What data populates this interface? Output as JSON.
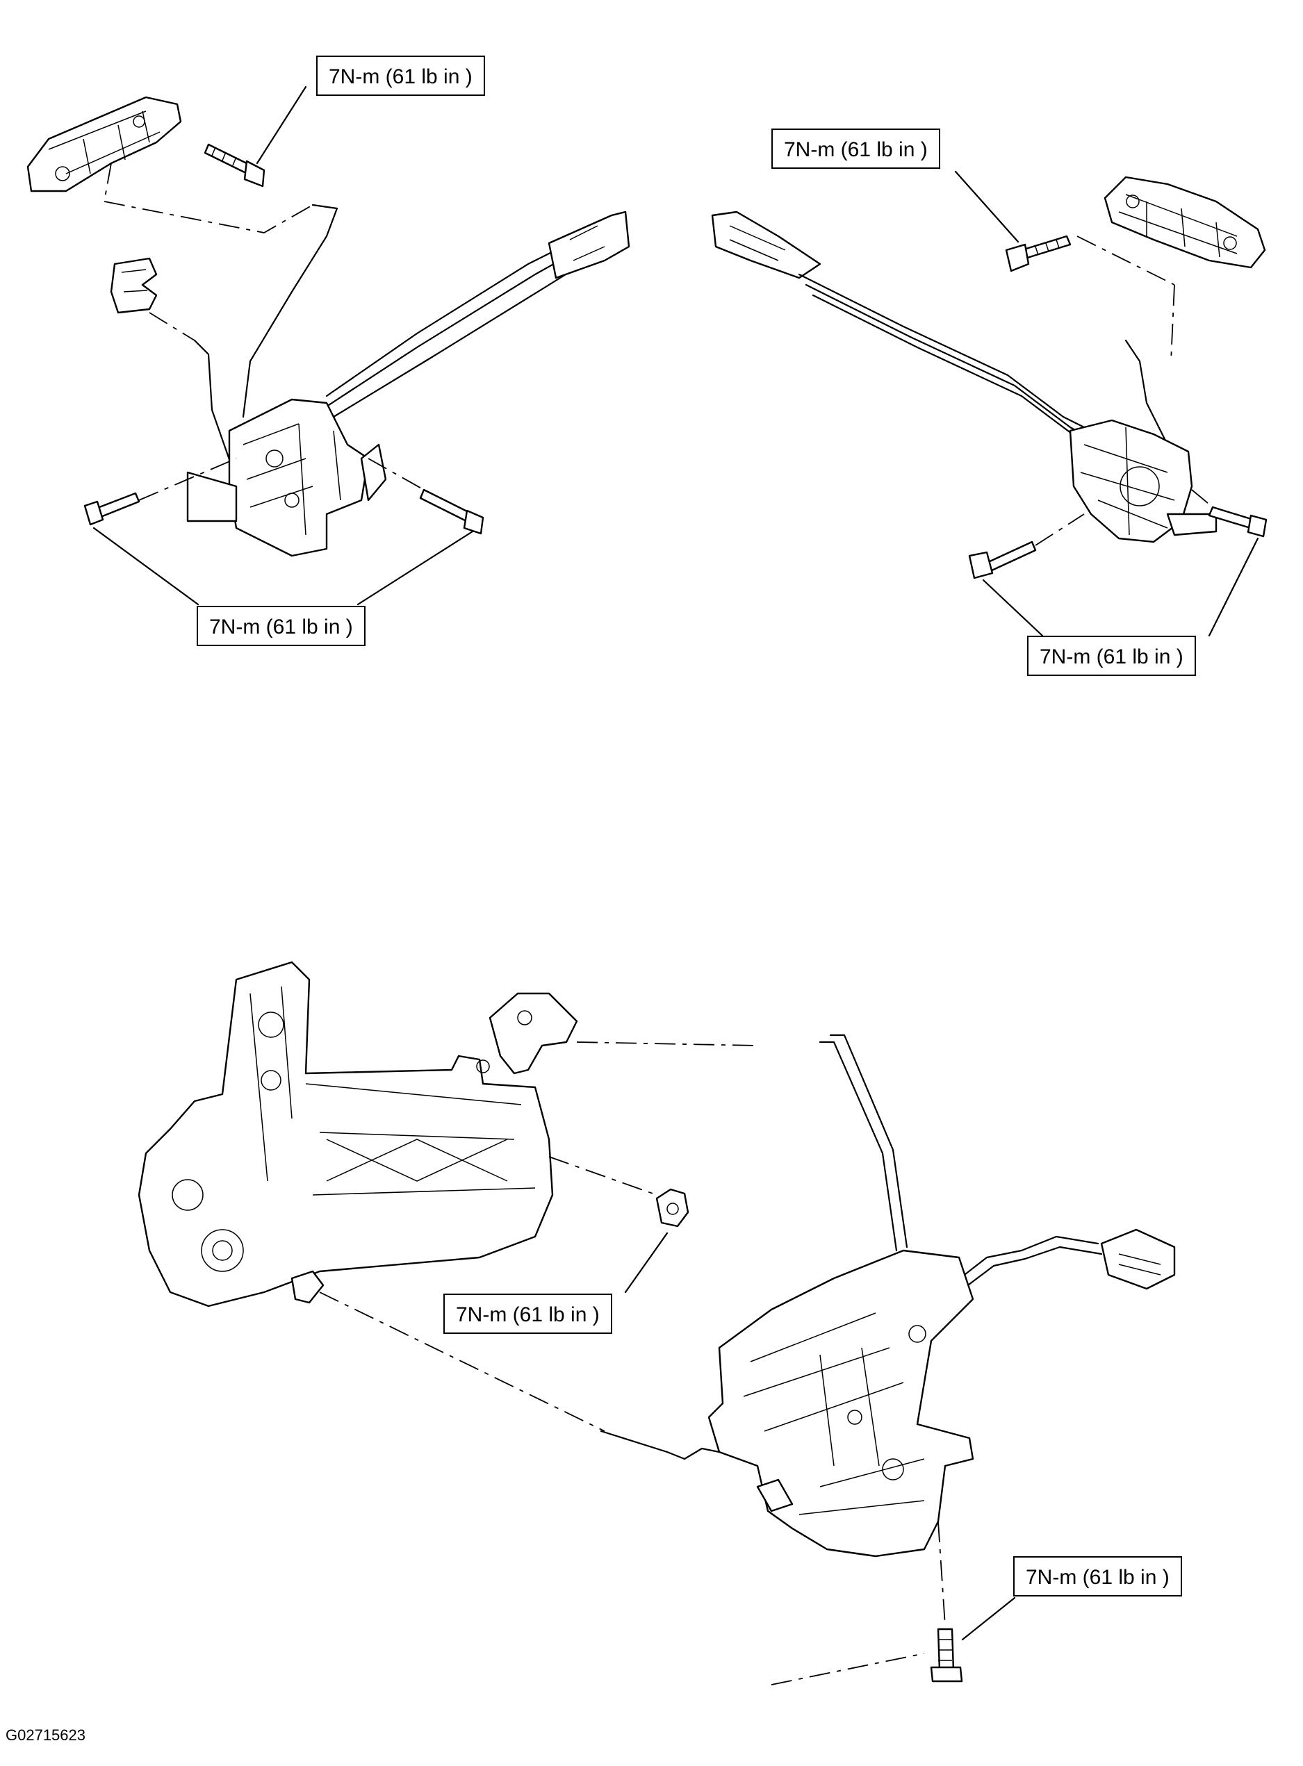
{
  "callouts": {
    "top_left_handle_torque": "7N-m (61 lb in )",
    "top_left_latch_torque": "7N-m (61 lb in )",
    "top_right_handle_torque": "7N-m (61 lb in )",
    "top_right_latch_torque": "7N-m (61 lb in )",
    "bottom_handle_nut_torque": "7N-m (61 lb in )",
    "bottom_latch_bolt_torque": "7N-m (61 lb in )"
  },
  "figure_id": "G02715623"
}
